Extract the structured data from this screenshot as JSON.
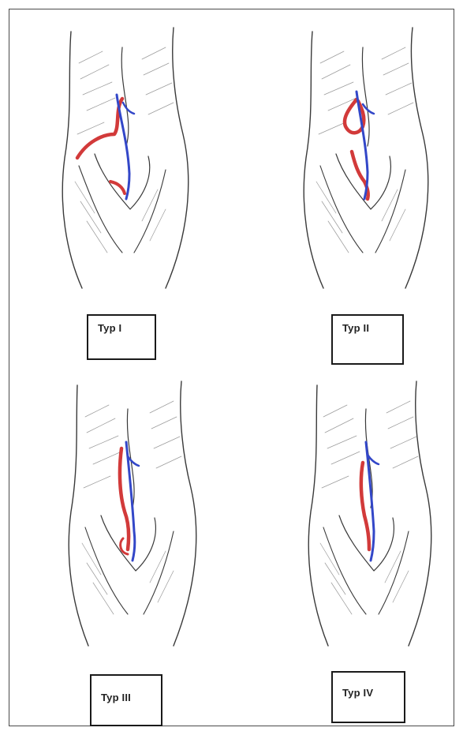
{
  "figure": {
    "panels": [
      {
        "id": "type-1",
        "label": "Typ I"
      },
      {
        "id": "type-2",
        "label": "Typ II"
      },
      {
        "id": "type-3",
        "label": "Typ III"
      },
      {
        "id": "type-4",
        "label": "Typ IV"
      }
    ]
  },
  "colors": {
    "artery": "#d23a3a",
    "vein": "#3347c8",
    "outline": "#3a3a3a"
  }
}
